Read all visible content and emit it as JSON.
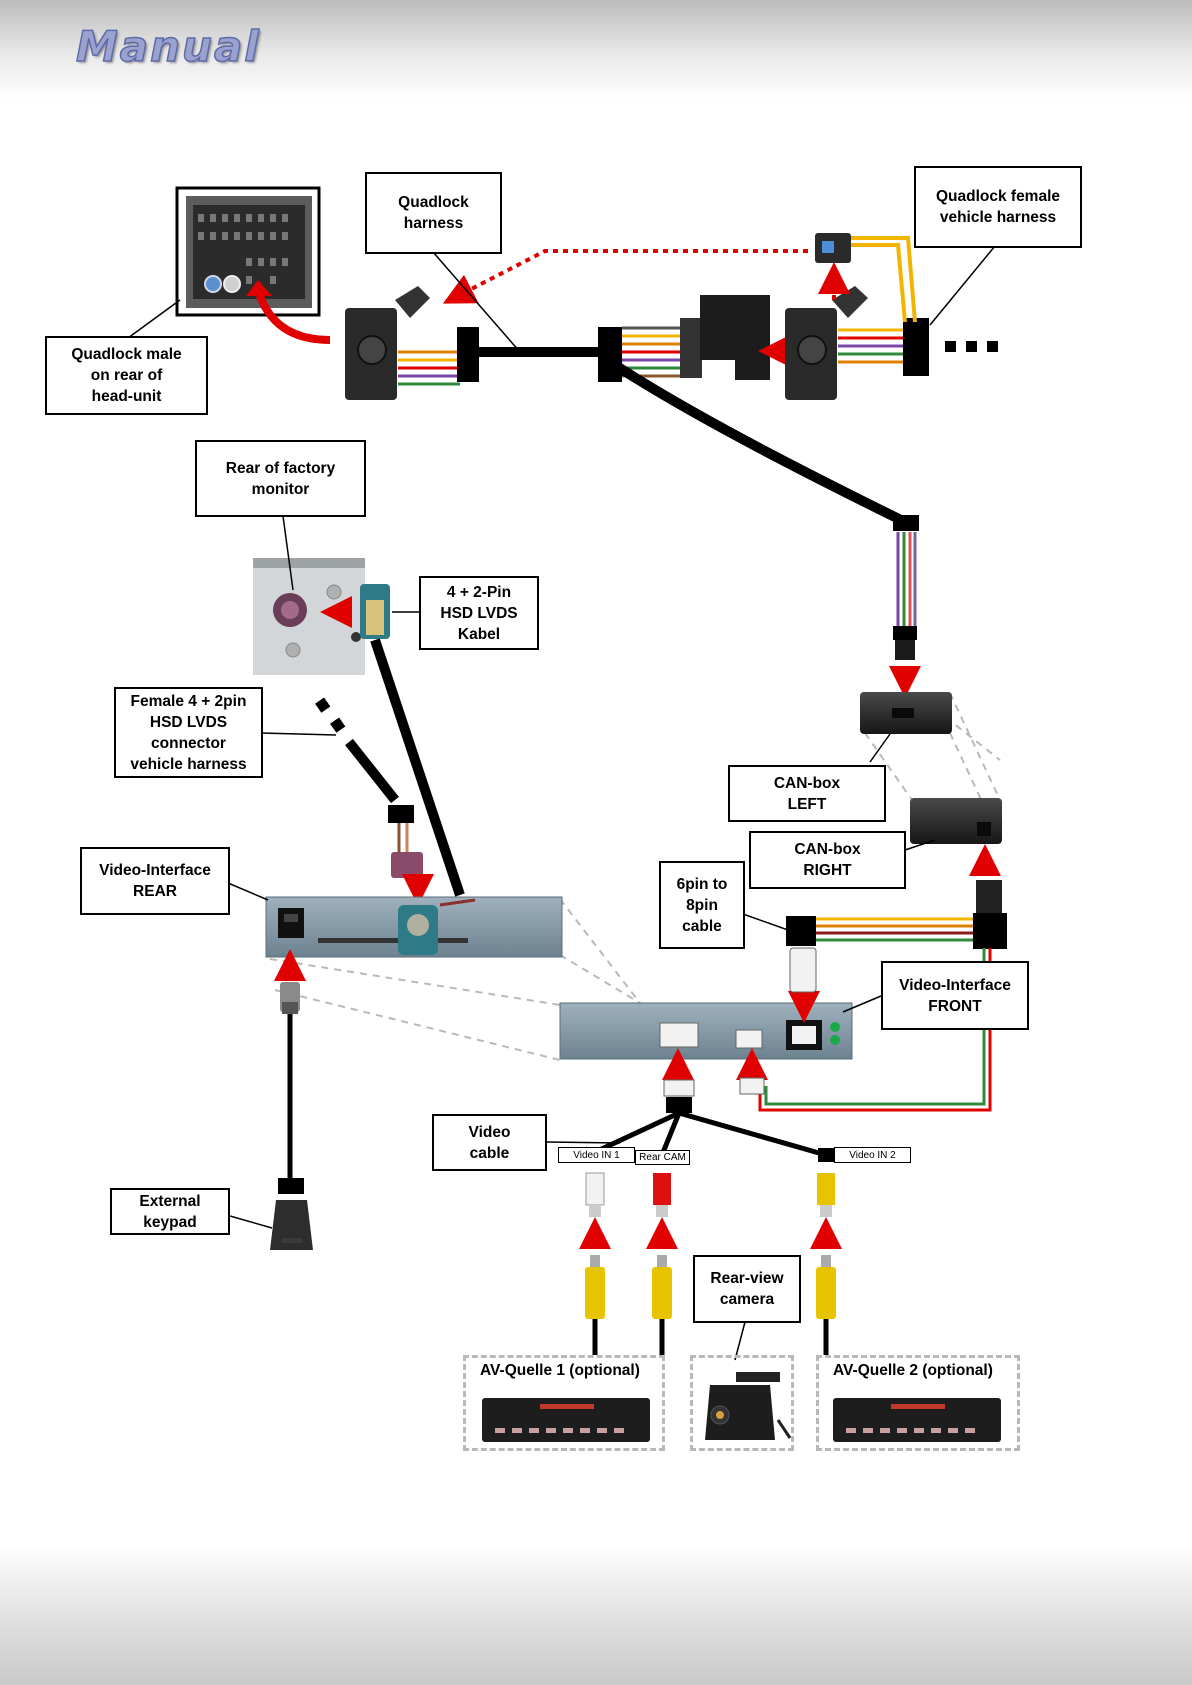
{
  "header": {
    "logo_text": "Manual"
  },
  "labels": {
    "quadlock_harness": "Quadlock\nharness",
    "quadlock_female": "Quadlock female\nvehicle harness",
    "quadlock_male": "Quadlock male\non rear of\nhead-unit",
    "rear_factory_monitor": "Rear of factory\nmonitor",
    "hsd_cable": "4 + 2-Pin\nHSD LVDS\nKabel",
    "female_hsd": "Female 4 + 2pin\nHSD LVDS\nconnector\nvehicle harness",
    "can_box_left": "CAN-box\nLEFT",
    "can_box_right": "CAN-box\nRIGHT",
    "video_interface_rear": "Video-Interface\nREAR",
    "six_to_eight_pin": "6pin to\n8pin\ncable",
    "video_interface_front": "Video-Interface\nFRONT",
    "video_cable": "Video\ncable",
    "external_keypad": "External\nkeypad",
    "rear_view_camera": "Rear-view\ncamera"
  },
  "rca_tags": {
    "video_in_1": "Video IN 1",
    "rear_cam": "Rear CAM",
    "video_in_2": "Video IN 2"
  },
  "sources": {
    "av_source_1": "AV-Quelle 1 (optional)",
    "av_source_2": "AV-Quelle 2 (optional)"
  },
  "colors": {
    "arrow": "#e00000",
    "cable": "#000000",
    "device_gray": "#7f95a2",
    "rca_yellow": "#e8c400",
    "rca_red": "#e01010",
    "rca_white": "#f2f2f2",
    "hsd_purple": "#8a4a6a",
    "hsd_teal": "#2e7a86",
    "yellow_wire": "#f3b400",
    "dash_gray": "#b9b9b9"
  }
}
